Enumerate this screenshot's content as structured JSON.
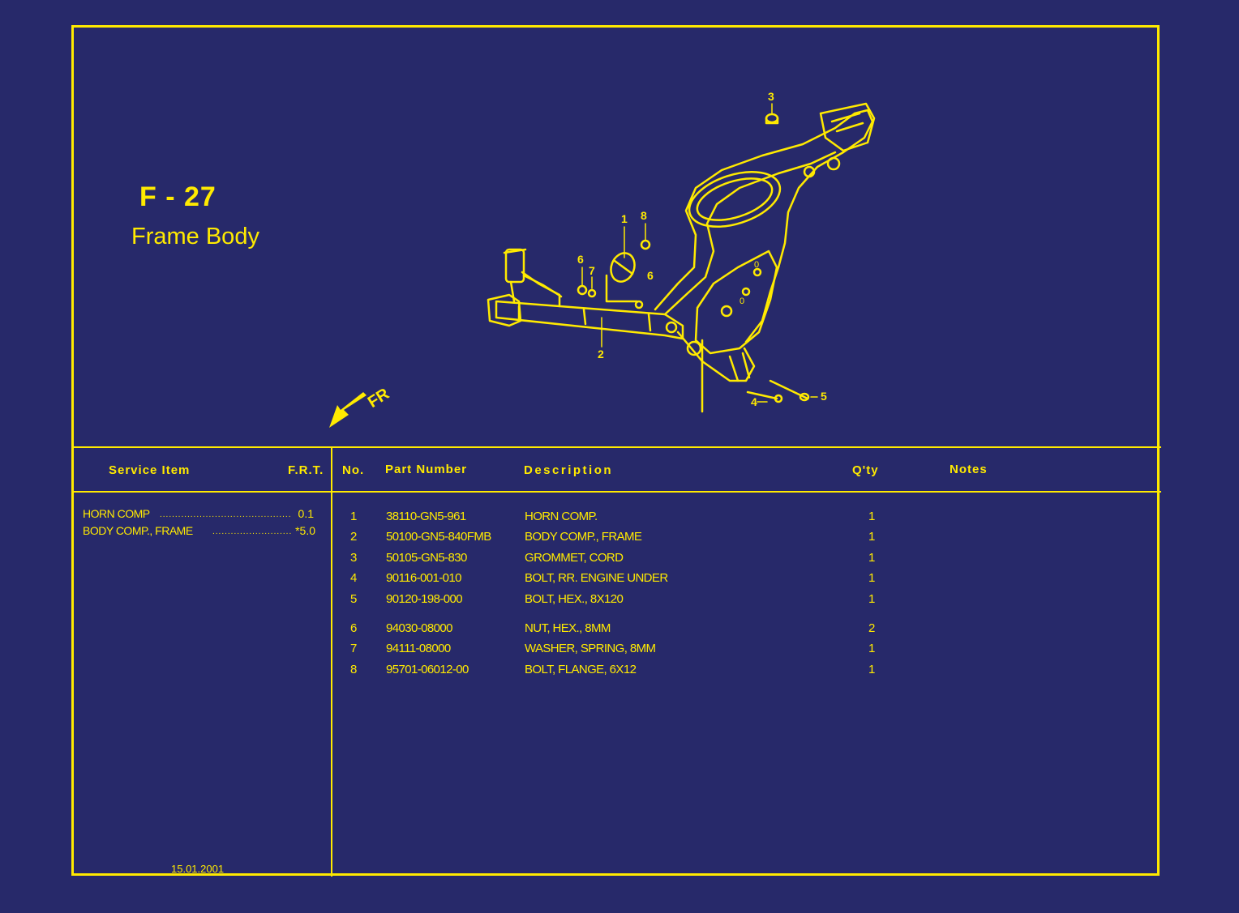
{
  "header": {
    "code": "F - 27",
    "title": "Frame Body"
  },
  "diagram": {
    "callouts": [
      "3",
      "1",
      "8",
      "6",
      "7",
      "6",
      "0",
      "0",
      "2",
      "4",
      "5"
    ],
    "direction_label": "FR"
  },
  "table_headers": {
    "service_item": "Service Item",
    "frt": "F.R.T.",
    "no": "No.",
    "part_number": "Part Number",
    "description": "Description",
    "qty": "Q'ty",
    "notes": "Notes"
  },
  "service_items": [
    {
      "name": "HORN COMP",
      "frt": "0.1"
    },
    {
      "name": "BODY COMP., FRAME",
      "frt": "*5.0"
    }
  ],
  "parts": [
    {
      "no": "1",
      "part_number": "38110-GN5-961",
      "description": "HORN COMP.",
      "qty": "1"
    },
    {
      "no": "2",
      "part_number": "50100-GN5-840FMB",
      "description": "BODY COMP., FRAME",
      "qty": "1"
    },
    {
      "no": "3",
      "part_number": "50105-GN5-830",
      "description": "GROMMET, CORD",
      "qty": "1"
    },
    {
      "no": "4",
      "part_number": "90116-001-010",
      "description": "BOLT, RR. ENGINE UNDER",
      "qty": "1"
    },
    {
      "no": "5",
      "part_number": "90120-198-000",
      "description": "BOLT, HEX., 8X120",
      "qty": "1"
    },
    {
      "no": "6",
      "part_number": "94030-08000",
      "description": "NUT, HEX., 8MM",
      "qty": "2"
    },
    {
      "no": "7",
      "part_number": "94111-08000",
      "description": "WASHER, SPRING, 8MM",
      "qty": "1"
    },
    {
      "no": "8",
      "part_number": "95701-06012-00",
      "description": "BOLT, FLANGE, 6X12",
      "qty": "1"
    }
  ],
  "footer": {
    "date": "15.01.2001"
  },
  "colors": {
    "background": "#27296a",
    "foreground": "#ffea00"
  }
}
